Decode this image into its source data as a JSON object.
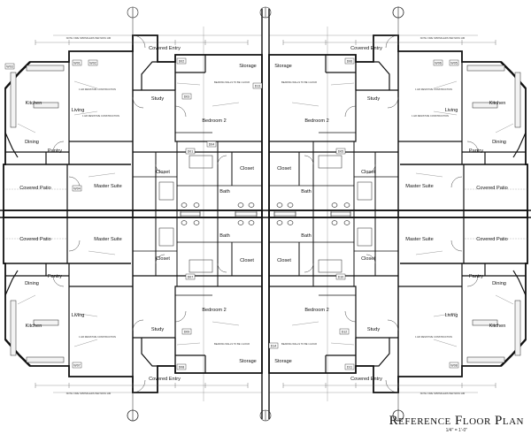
{
  "title": "Reference Floor Plan",
  "scale": "1/4\" = 1'-0\"",
  "rooms": {
    "covered_entry": "Covered Entry",
    "storage": "Storage",
    "kitchen": "Kitchen",
    "living": "Living",
    "dining": "Dining",
    "pantry": "Pantry",
    "bedroom_2": "Bedroom 2",
    "study": "Study",
    "closet": "Closet",
    "bath": "Bath",
    "master_suite": "Master Suite",
    "covered_patio": "Covered Patio"
  },
  "tags": [
    "W01",
    "W02",
    "W03",
    "W04",
    "W05",
    "W06",
    "W07",
    "W08",
    "D01",
    "D02",
    "D03",
    "D04",
    "D05",
    "D06",
    "D07",
    "D08",
    "D09",
    "D10",
    "D11",
    "D12",
    "D13",
    "D14"
  ],
  "notes": {
    "fire_wall": "1 HR RESISTIVE CONSTRUCTION",
    "bearing": "BEARING WALLS TO BE 1 HOUR",
    "sprinkler": "NOTE: FIRE SPRINKLERS PER NFPA 13R"
  }
}
